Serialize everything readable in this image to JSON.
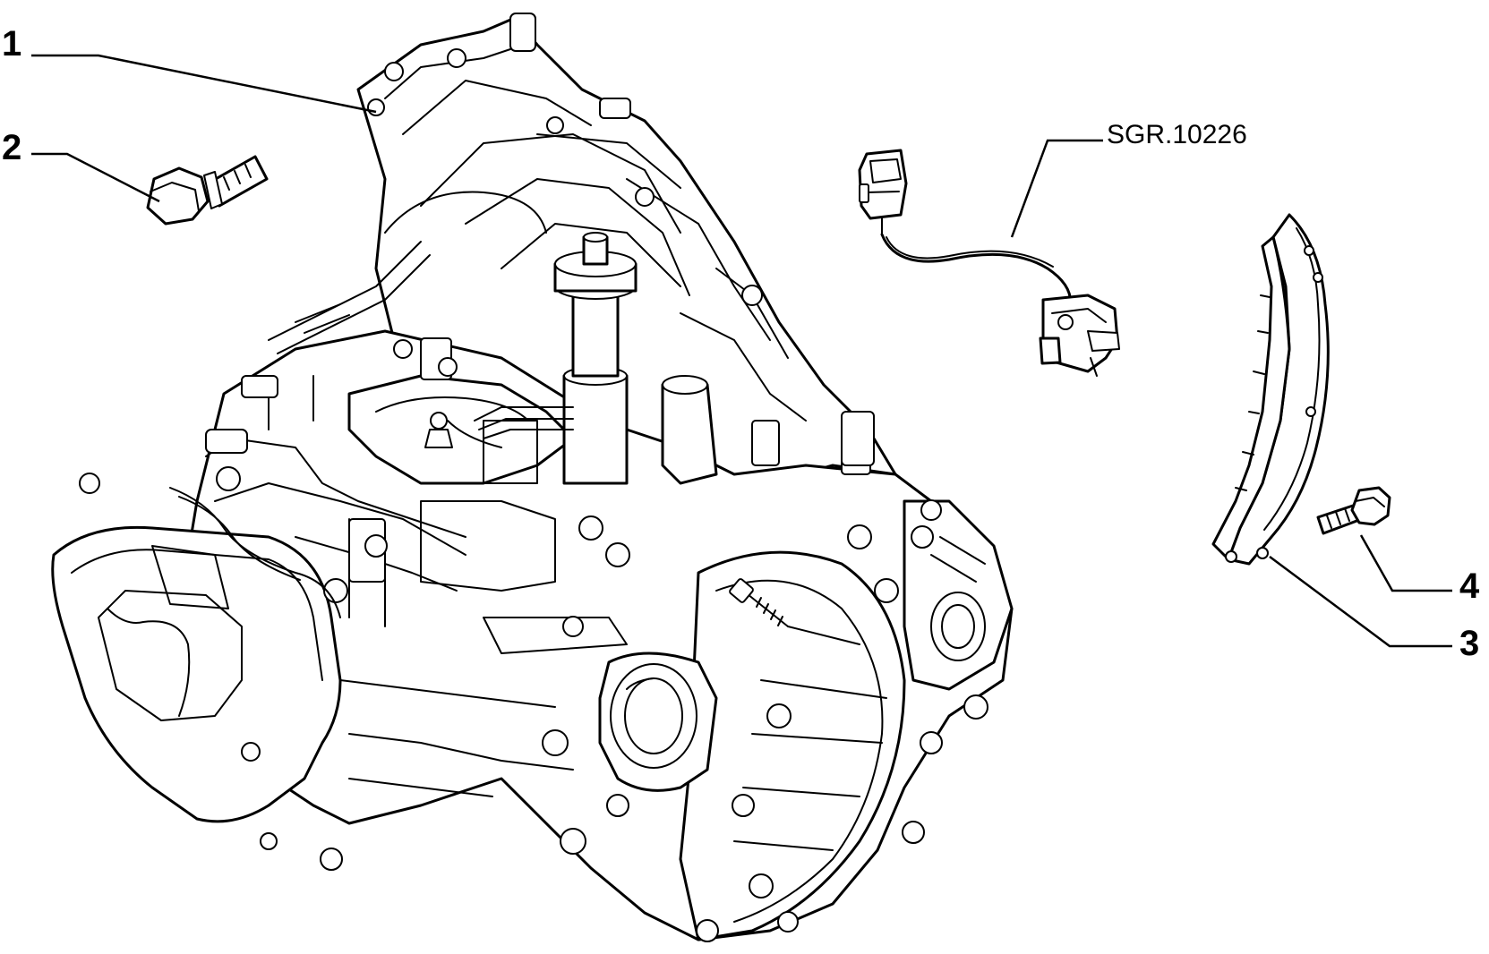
{
  "callouts": {
    "c1": "1",
    "c2": "2",
    "c3": "3",
    "c4": "4",
    "ref": "SGR.10226"
  },
  "parts": {
    "gearbox": "gearbox-assembly",
    "bolt_large": "flange-bolt",
    "sensor": "speed-sensor-with-harness",
    "guard": "curved-guard-plate",
    "bolt_small": "flange-bolt"
  },
  "colors": {
    "line": "#000000",
    "background": "#ffffff"
  }
}
